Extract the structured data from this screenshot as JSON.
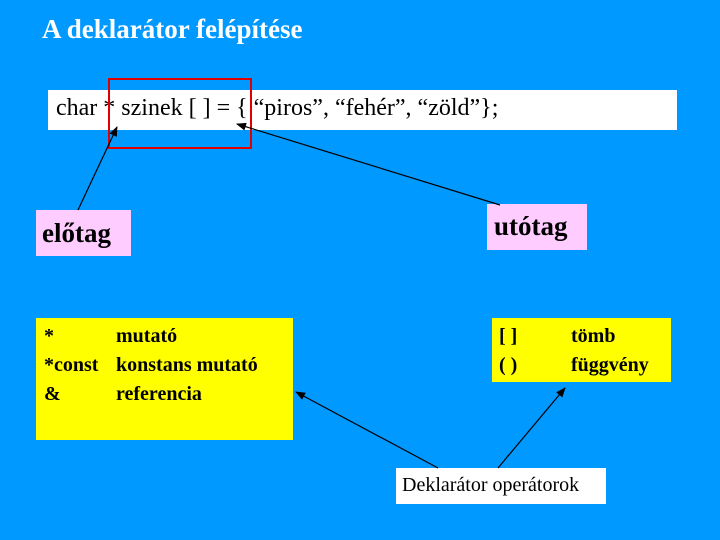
{
  "title": "A deklarátor felépítése",
  "code": "char * szinek [ ]  = { “piros”, “fehér”, “zöld”};",
  "prefix_label": "előtag",
  "suffix_label": "utótag",
  "prefix_operators": [
    {
      "symbol": "*",
      "meaning": "mutató"
    },
    {
      "symbol": "*const",
      "meaning": "konstans mutató"
    },
    {
      "symbol": "&",
      "meaning": "referencia"
    }
  ],
  "suffix_operators": [
    {
      "symbol": "[ ]",
      "meaning": "tömb"
    },
    {
      "symbol": "( )",
      "meaning": "függvény"
    }
  ],
  "declarator_operators_label": "Deklarátor operátorok",
  "colors": {
    "background": "#0099ff",
    "highlight_border": "#e00000",
    "label_fill": "#ffccff",
    "operator_box_fill": "#ffff00"
  }
}
